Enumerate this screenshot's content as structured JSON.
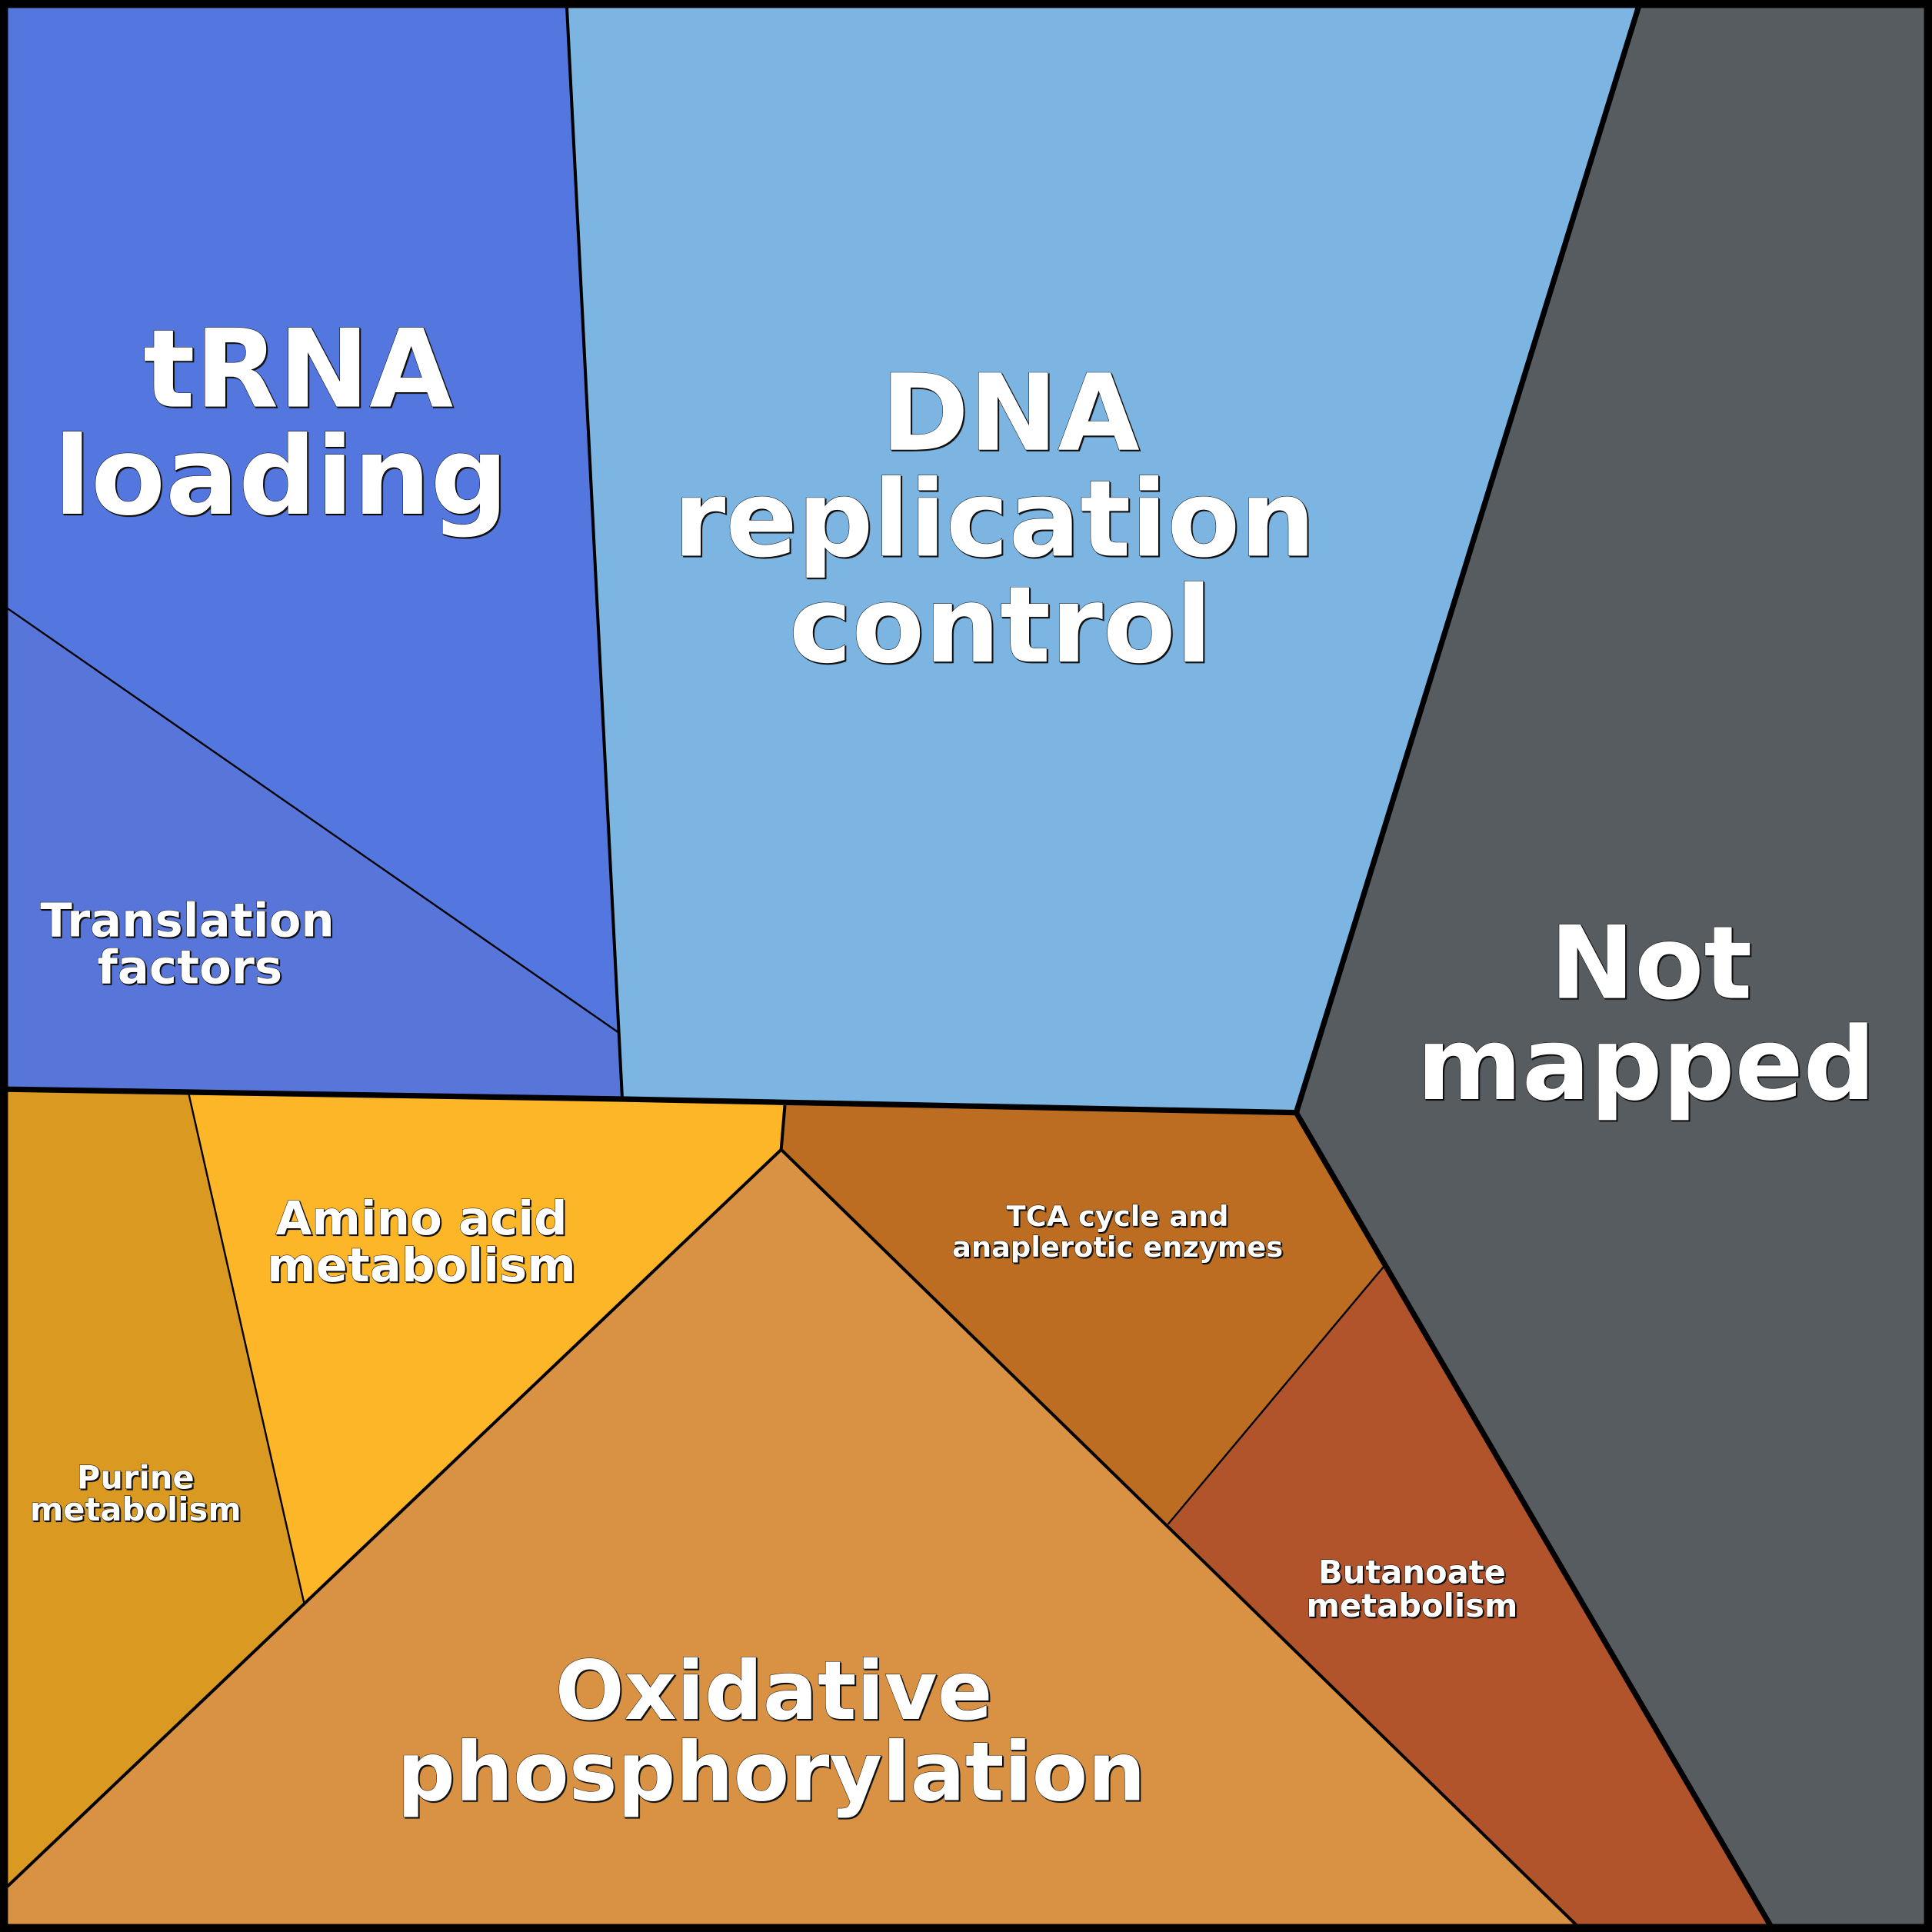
{
  "title": "Voronoi treemap of functional categories",
  "cells": [
    {
      "id": "trna-loading",
      "label": [
        "tRNA",
        "loading"
      ],
      "color": "#5377df",
      "group": "information"
    },
    {
      "id": "translation-factors",
      "label": [
        "Translation",
        "factors"
      ],
      "color": "#5876da",
      "group": "information"
    },
    {
      "id": "dna-replication-control",
      "label": [
        "DNA",
        "replication",
        "control"
      ],
      "color": "#7db5e2",
      "group": "information"
    },
    {
      "id": "not-mapped",
      "label": [
        "Not",
        "mapped"
      ],
      "color": "#575c61",
      "group": "not-mapped"
    },
    {
      "id": "purine-metabolism",
      "label": [
        "Purine",
        "metabolism"
      ],
      "color": "#da9a22",
      "group": "metabolism"
    },
    {
      "id": "amino-acid-metabolism",
      "label": [
        "Amino acid",
        "metabolism"
      ],
      "color": "#fdb628",
      "group": "metabolism"
    },
    {
      "id": "oxidative-phosphorylation",
      "label": [
        "Oxidative",
        "phosphorylation"
      ],
      "color": "#d99243",
      "group": "metabolism"
    },
    {
      "id": "tca-cycle",
      "label": [
        "TCA cycle and",
        "anaplerotic enzymes"
      ],
      "color": "#bc6d22",
      "group": "metabolism"
    },
    {
      "id": "butanoate-metabolism",
      "label": [
        "Butanoate",
        "metabolism"
      ],
      "color": "#b1532b",
      "group": "metabolism"
    }
  ]
}
